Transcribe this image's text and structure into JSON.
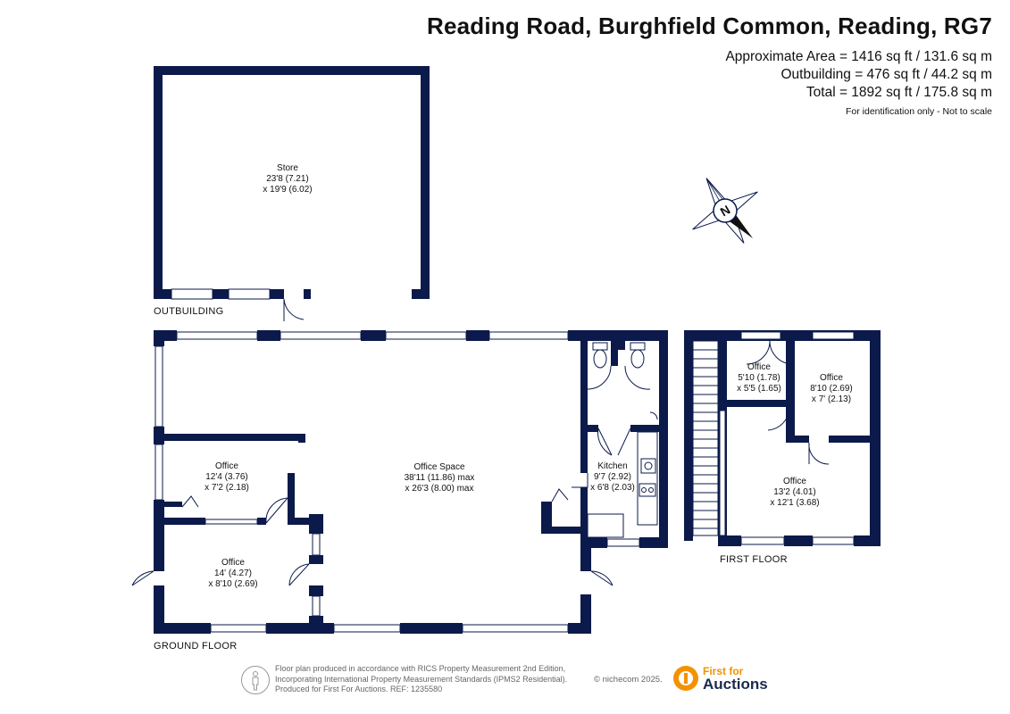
{
  "header": {
    "title": "Reading Road, Burghfield Common, Reading, RG7",
    "approx_area": "Approximate Area = 1416 sq ft / 131.6 sq m",
    "outbuilding_area": "Outbuilding = 476 sq ft / 44.2 sq m",
    "total_area": "Total = 1892 sq ft / 175.8 sq m",
    "disclaimer": "For identification only - Not to scale"
  },
  "compass": {
    "label": "N"
  },
  "floors": {
    "outbuilding": "OUTBUILDING",
    "ground": "GROUND FLOOR",
    "first": "FIRST FLOOR"
  },
  "rooms": {
    "store": {
      "name": "Store",
      "dim1": "23'8 (7.21)",
      "dim2": "x 19'9 (6.02)"
    },
    "office_space": {
      "name": "Office Space",
      "dim1": "38'11 (11.86) max",
      "dim2": "x 26'3 (8.00) max"
    },
    "office_gf_upper": {
      "name": "Office",
      "dim1": "12'4 (3.76)",
      "dim2": "x 7'2 (2.18)"
    },
    "office_gf_lower": {
      "name": "Office",
      "dim1": "14' (4.27)",
      "dim2": "x 8'10 (2.69)"
    },
    "kitchen": {
      "name": "Kitchen",
      "dim1": "9'7 (2.92)",
      "dim2": "x 6'8 (2.03)"
    },
    "office_ff_small": {
      "name": "Office",
      "dim1": "5'10 (1.78)",
      "dim2": "x 5'5 (1.65)"
    },
    "office_ff_right": {
      "name": "Office",
      "dim1": "8'10 (2.69)",
      "dim2": "x 7' (2.13)"
    },
    "office_ff_main": {
      "name": "Office",
      "dim1": "13'2 (4.01)",
      "dim2": "x 12'1 (3.68)"
    }
  },
  "footer": {
    "line1": "Floor plan produced in accordance with RICS Property Measurement 2nd Edition,",
    "line2": "Incorporating International Property Measurement Standards (IPMS2 Residential).",
    "line3": "Produced for First For Auctions.   REF:  1235580",
    "credit": "© nichecom 2025.",
    "brand_top": "First for",
    "brand_bottom": "Auctions"
  },
  "colors": {
    "wall": "#0b1a4a",
    "brand_orange": "#f39200",
    "brand_navy": "#1b2a4e"
  }
}
